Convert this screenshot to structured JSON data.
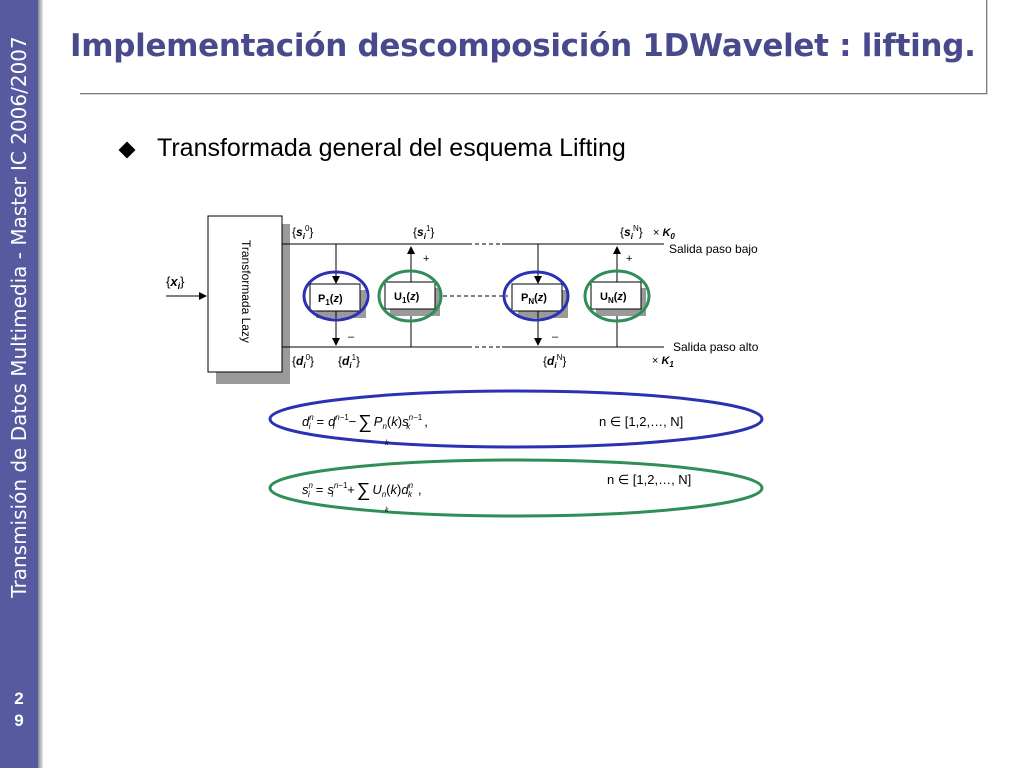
{
  "sidebar": {
    "vertical_title": "Transmisión de Datos Multimedia - Master IC 2006/2007",
    "page_number": [
      "2",
      "9"
    ]
  },
  "slide": {
    "title": "Implementación descomposición 1DWavelet : lifting.",
    "bullet": "Transformada general del esquema Lifting"
  },
  "diagram": {
    "input": "x",
    "lazy_block": "Transformada Lazy",
    "s0": "s",
    "s0_sup": "0",
    "s1": "s",
    "s1_sup": "1",
    "sN": "s",
    "sN_sup": "N",
    "d0": "d",
    "d0_sup": "0",
    "d1": "d",
    "d1_sup": "1",
    "dN": "d",
    "dN_sup": "N",
    "index_sub": "i",
    "K0": "K",
    "K0_sub": "0",
    "K1": "K",
    "K1_sub": "1",
    "times": "×",
    "low_output": "Salida paso bajo",
    "high_output": "Salida paso alto",
    "P1": "P",
    "P1_sub": "1",
    "U1": "U",
    "U1_sub": "1",
    "PN": "P",
    "PN_sub": "N",
    "UN": "U",
    "UN_sub": "N",
    "z_arg": "(z)",
    "plus": "+",
    "minus": "–",
    "highlight_colors": {
      "predict": "#2b31b3",
      "update": "#2f8f56"
    }
  },
  "equations": {
    "predict_lhs": "d",
    "predict_rhs_mid": "P",
    "update_lhs": "s",
    "update_rhs_mid": "U",
    "range": "n ∈ [1,2,…, N]"
  }
}
